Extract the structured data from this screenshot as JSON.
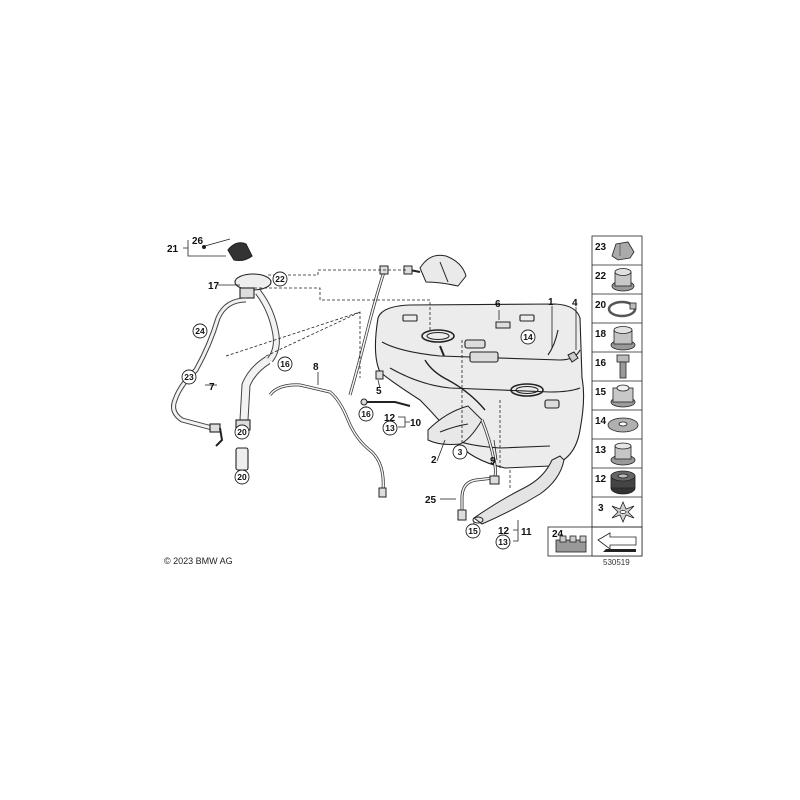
{
  "copyright": "© 2023 BMW AG",
  "diagram_id": "530519",
  "callouts": {
    "c1": "1",
    "c2": "2",
    "c3": "3",
    "c4": "4",
    "c5": "5",
    "c6": "6",
    "c7": "7",
    "c8": "8",
    "c9": "9",
    "c10": "10",
    "c11": "11",
    "c12a": "12",
    "c12b": "12",
    "c13a": "13",
    "c13b": "13",
    "c14": "14",
    "c15": "15",
    "c16a": "16",
    "c16b": "16",
    "c17": "17",
    "c20a": "20",
    "c20b": "20",
    "c21": "21",
    "c22": "22",
    "c23": "23",
    "c24": "24",
    "c25": "25",
    "c26": "26"
  },
  "legend": [
    {
      "num": "23",
      "icon": "clip-icon"
    },
    {
      "num": "22",
      "icon": "nut-icon"
    },
    {
      "num": "20",
      "icon": "hose-clamp-icon"
    },
    {
      "num": "18",
      "icon": "collar-nut-icon"
    },
    {
      "num": "16",
      "icon": "bolt-icon"
    },
    {
      "num": "15",
      "icon": "hex-nut-icon"
    },
    {
      "num": "14",
      "icon": "washer-icon"
    },
    {
      "num": "13",
      "icon": "grommet-icon"
    },
    {
      "num": "12",
      "icon": "rubber-grommet-icon"
    },
    {
      "num": "3",
      "icon": "star-clip-icon"
    },
    {
      "num": "24",
      "icon": "cable-holder-icon"
    }
  ]
}
